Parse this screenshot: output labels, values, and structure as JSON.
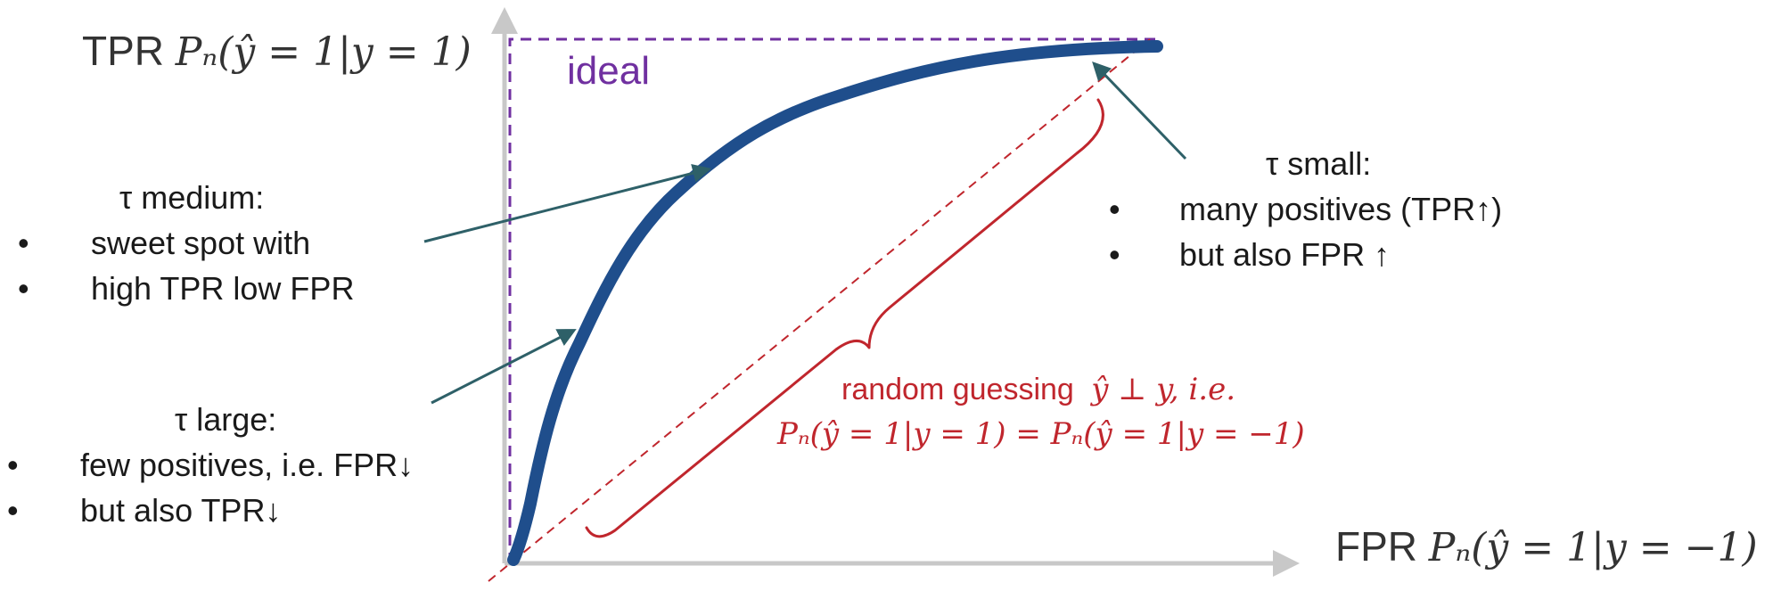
{
  "axes": {
    "y_label": "TPR",
    "y_formula": "Pₙ(ŷ = 1|y = 1)",
    "x_label": "FPR",
    "x_formula": "Pₙ(ŷ = 1|y = −1)"
  },
  "ideal_label": "ideal",
  "tau_small": {
    "heading": "τ small:",
    "bullets": [
      "many positives (TPR↑)",
      "but also FPR ↑"
    ]
  },
  "tau_medium": {
    "heading": "τ medium:",
    "bullets": [
      "sweet spot with",
      "high TPR low FPR"
    ]
  },
  "tau_large": {
    "heading": "τ large:",
    "bullets": [
      "few positives, i.e. FPR↓",
      "but also TPR↓"
    ]
  },
  "random_guessing": {
    "line1_text": "random guessing",
    "line1_math": "ŷ ⊥ y, i.e.",
    "line2_math": "Pₙ(ŷ = 1|y = 1) = Pₙ(ŷ = 1|y = −1)"
  },
  "bullet_glyph": "•",
  "colors": {
    "curve": "#1f4e8c",
    "axis": "#c8c8c8",
    "ideal": "#7030a0",
    "random": "#c0262d",
    "arrow": "#2e6068"
  }
}
